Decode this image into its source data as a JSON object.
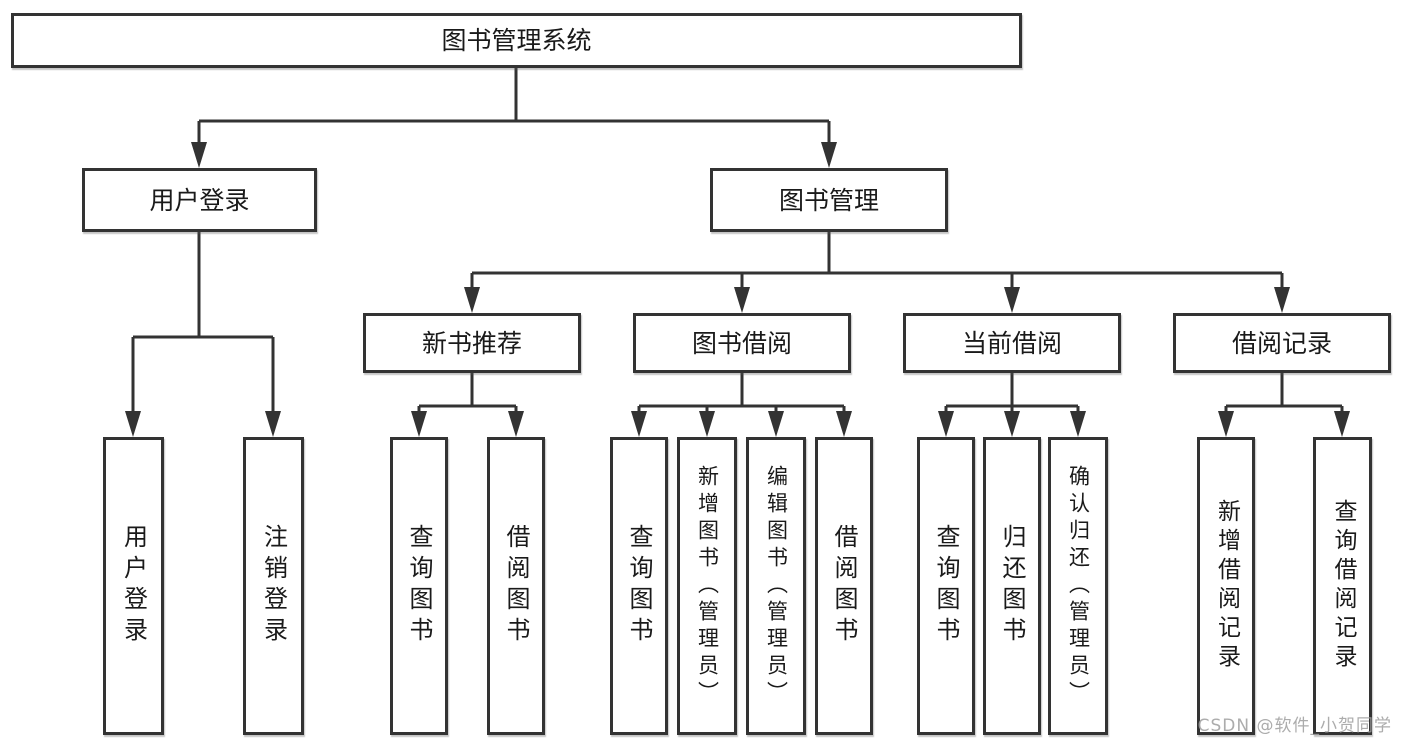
{
  "root": "图书管理系统",
  "level2": [
    "用户登录",
    "图书管理"
  ],
  "level3": [
    "新书推荐",
    "图书借阅",
    "当前借阅",
    "借阅记录"
  ],
  "level4": {
    "login": [
      "用户登录",
      "注销登录"
    ],
    "recommend": [
      "查询图书",
      "借阅图书"
    ],
    "borrow": [
      "查询图书",
      "新增图书（管理员）",
      "编辑图书（管理员）",
      "借阅图书"
    ],
    "current": [
      "查询图书",
      "归还图书",
      "确认归还（管理员）"
    ],
    "records": [
      "新增借阅记录",
      "查询借阅记录"
    ]
  },
  "watermark": "CSDN @软件_小贺同学",
  "colors": {
    "line": "#333333",
    "text": "#1a1a1a",
    "background": "#ffffff",
    "watermark": "#a0a0a0"
  }
}
